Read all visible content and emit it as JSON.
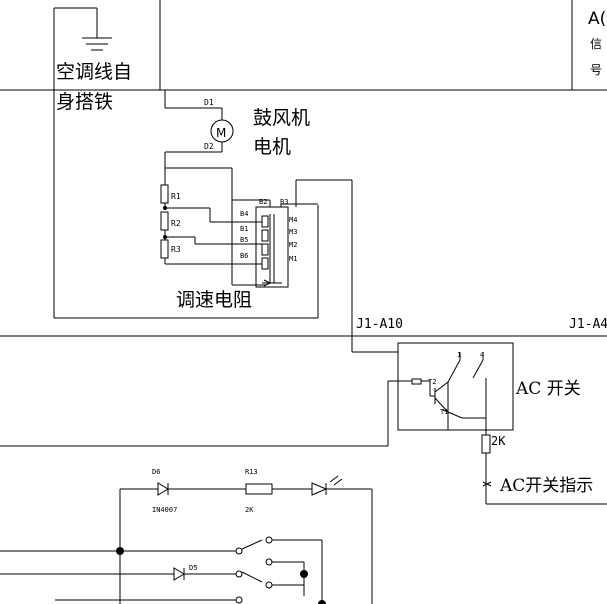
{
  "labels": {
    "ground_self_line1": "空调线自",
    "ground_self_line2": "身搭铁",
    "blower_line1": "鼓风机",
    "blower_line2": "电机",
    "speed_resistor": "调速电阻",
    "ac_switch": "AC  开关",
    "ac_indicator": "AC开关指示",
    "edge_top_right_1": "A(",
    "edge_top_right_2": "信",
    "edge_top_right_3": "号"
  },
  "wire_labels": {
    "j1_a10": "J1-A10",
    "j1_a4": "J1-A4"
  },
  "components": {
    "motor_symbol": "M",
    "d1": "D1",
    "d2": "D2",
    "r1": "R1",
    "r2": "R2",
    "r3": "R3",
    "b1": "B1",
    "b2": "B2",
    "b3": "B3",
    "b4": "B4",
    "b5": "B5",
    "b6": "B6",
    "m1": "M1",
    "m2": "M2",
    "m3": "M3",
    "m4": "M4",
    "t1": "T1",
    "t2": "T2",
    "pin_1": "1",
    "pin_4": "4",
    "res_2k": "2K",
    "d6": "D6",
    "d6_part": "IN4007",
    "r13": "R13",
    "r13_value": "2K",
    "d5": "D5"
  }
}
